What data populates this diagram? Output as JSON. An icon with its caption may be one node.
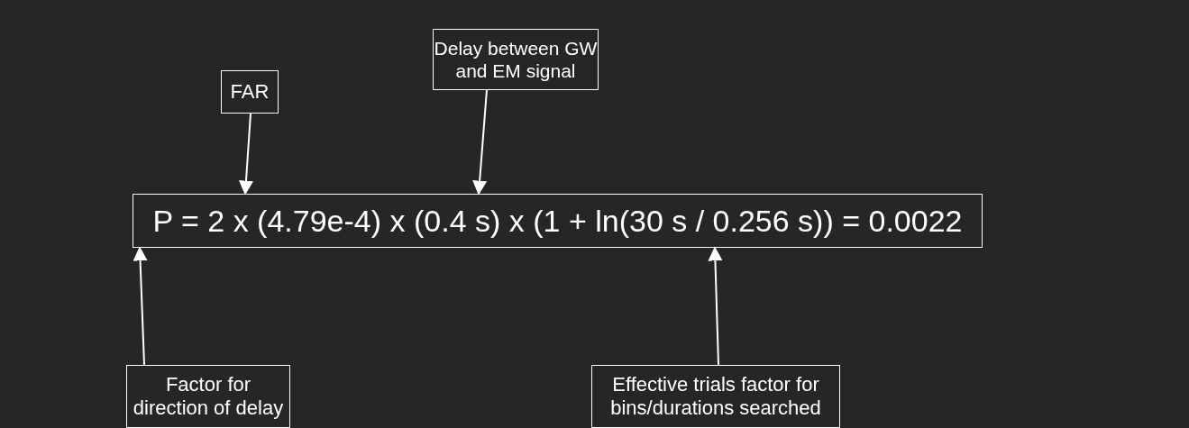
{
  "diagram": {
    "nodes": [
      {
        "text": [
          "FAR"
        ]
      },
      {
        "text": [
          "Delay between GW and EM signal"
        ]
      },
      {
        "text": [
          "P = 2 x (4.79e-4) x (0.4 s) x (1 + ln(30 s / 0.256 s)) = 0.0022"
        ]
      },
      {
        "text": [
          "Factor for direction of delay"
        ]
      },
      {
        "text": [
          "Effective trials factor for bins/durations searched"
        ]
      }
    ],
    "edges": [
      {
        "from": 0,
        "to": 2,
        "arrow": "to"
      },
      {
        "from": 1,
        "to": 2,
        "arrow": "to"
      },
      {
        "from": 3,
        "to": 2,
        "arrow": "to"
      },
      {
        "from": 4,
        "to": 2,
        "arrow": "to"
      }
    ]
  }
}
